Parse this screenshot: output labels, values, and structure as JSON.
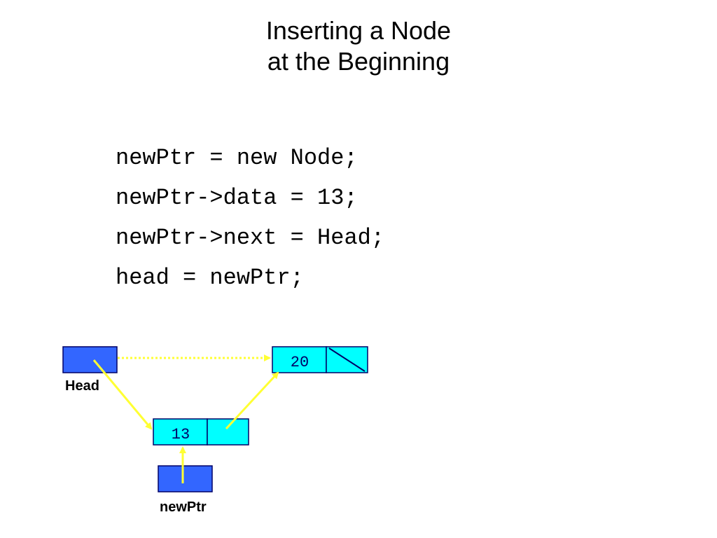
{
  "title": {
    "line1": "Inserting a Node",
    "line2": "at the Beginning"
  },
  "code": {
    "lines": [
      "newPtr = new Node;",
      "newPtr->data = 13;",
      "newPtr->next = Head;",
      "head = newPtr;"
    ]
  },
  "diagram": {
    "head_label": "Head",
    "newptr_label": "newPtr",
    "node_new_value": "13",
    "node_old_value": "20"
  },
  "colors": {
    "pointer_box": "#3366ff",
    "node_fill": "#00ffff",
    "arrow": "#ffff33",
    "border": "#000066"
  }
}
